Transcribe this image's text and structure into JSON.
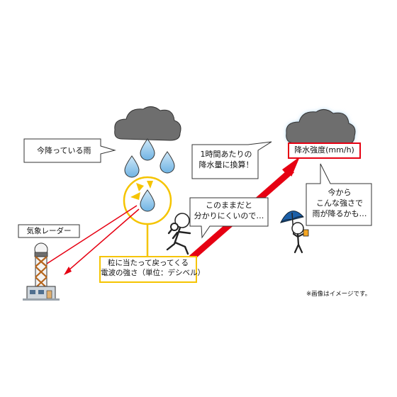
{
  "bubbles": {
    "current_rain": "今降っている雨",
    "hourly_conversion": [
      "1時間あたりの",
      "降水量に換算！"
    ],
    "hard_to_understand": [
      "このままだと",
      "分かりにくいので…"
    ],
    "future_rain": [
      "今から",
      "こんな強さで",
      "雨が降るかも…"
    ]
  },
  "labels": {
    "radar": "気象レーダー",
    "reflected_wave": [
      "粒に当たって戻ってくる",
      "電波の強さ（単位：デシベル）"
    ],
    "precip_intensity": "降水強度(mm/h)",
    "note": "※画像はイメージです。"
  },
  "colors": {
    "arrow": "#e60012",
    "highlight_yellow": "#f5c400",
    "cloud": "#6e6e6e",
    "raindrop": "#8ec6ea",
    "cloud_glow": "#a9d3f2"
  },
  "icons": [
    "cloud-icon",
    "raindrop-icon",
    "radar-tower-icon",
    "person-icon",
    "umbrella-person-icon",
    "magnifier-icon"
  ]
}
